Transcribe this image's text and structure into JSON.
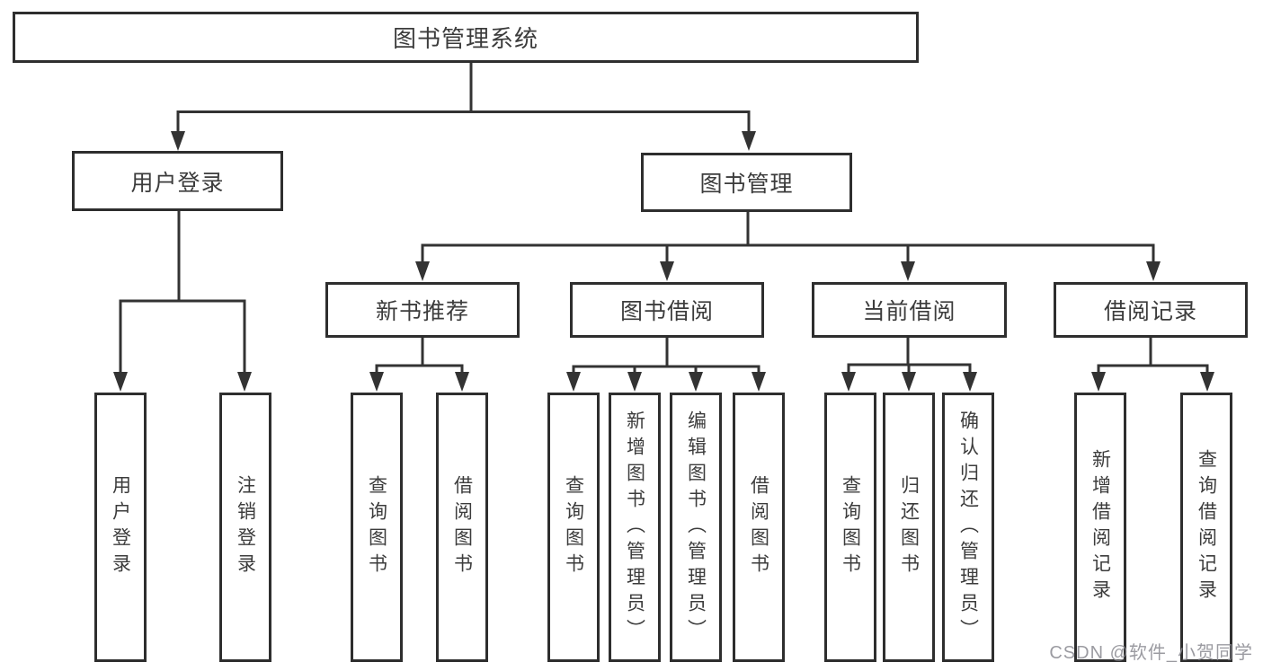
{
  "nodes": {
    "root": "图书管理系统",
    "level2": {
      "user_login": "用户登录",
      "book_mgmt": "图书管理"
    },
    "level3": {
      "new_book_rec": "新书推荐",
      "book_borrow": "图书借阅",
      "current_borrow": "当前借阅",
      "borrow_records": "借阅记录"
    },
    "leaves": {
      "user_login": "用户登录",
      "logout": "注销登录",
      "rec_query_books": "查询图书",
      "rec_borrow_books": "借阅图书",
      "borrow_query_books": "查询图书",
      "borrow_add_books": "新增图书（管理员）",
      "borrow_edit_books": "编辑图书（管理员）",
      "borrow_borrow_books": "借阅图书",
      "current_query_books": "查询图书",
      "current_return_books": "归还图书",
      "current_confirm_return": "确认归还（管理员）",
      "records_add_record": "新增借阅记录",
      "records_query_record": "查询借阅记录"
    }
  },
  "watermark": "CSDN @软件_小贺同学",
  "colors": {
    "line": "#333333",
    "border": "#2e2e2e",
    "text": "#3c3c3c",
    "background": "#ffffff",
    "watermark": "#8a8a90"
  }
}
